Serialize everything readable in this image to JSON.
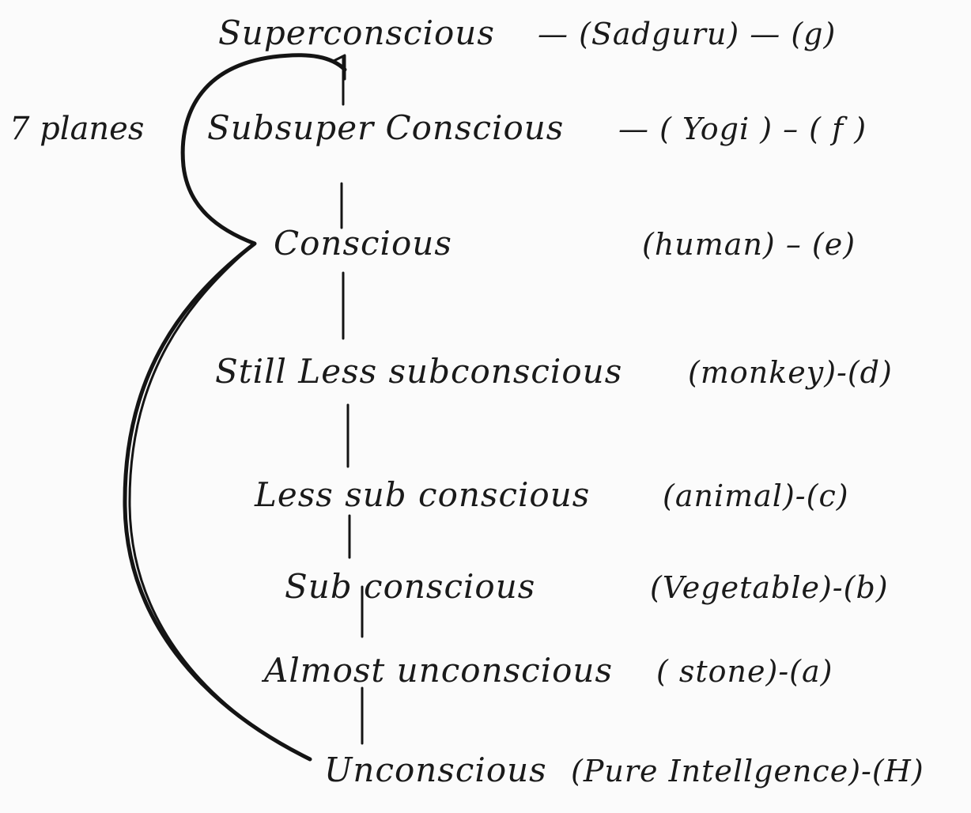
{
  "diagram": {
    "side_label": "7 planes",
    "levels": [
      {
        "label": "Superconscious",
        "being": "— (Sadguru) — (g)"
      },
      {
        "label": "Subsuper Conscious",
        "being": "— ( Yogi )  – ( f )"
      },
      {
        "label": "Conscious",
        "being": "(human) – (e)"
      },
      {
        "label": "Still Less subconscious",
        "being": "(monkey)-(d)"
      },
      {
        "label": "Less sub conscious",
        "being": "(animal)-(c)"
      },
      {
        "label": "Sub conscious",
        "being": "(Vegetable)-(b)"
      },
      {
        "label": "Almost unconscious",
        "being": "( stone)-(a)"
      },
      {
        "label": "Unconscious",
        "being": "(Pure Intellgence)-(H)"
      }
    ]
  }
}
